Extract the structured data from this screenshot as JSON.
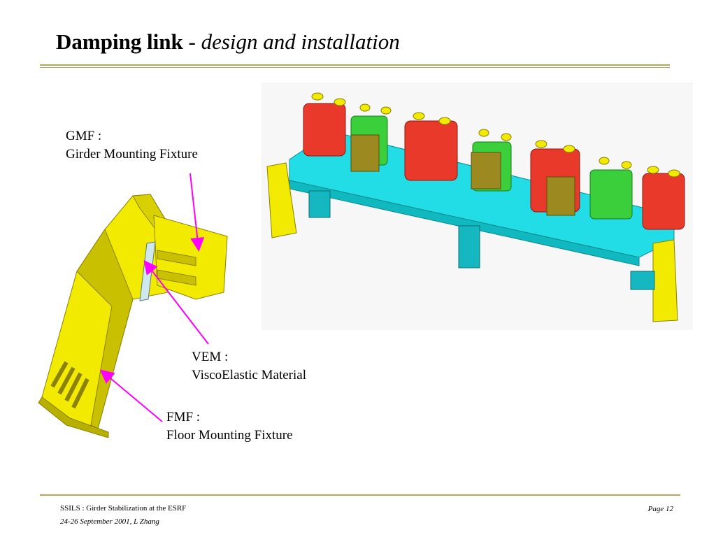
{
  "title": {
    "main": "Damping link",
    "separator": " - ",
    "sub": "design and installation"
  },
  "labels": {
    "gmf_abbr": "GMF :",
    "gmf_full": "Girder Mounting Fixture",
    "vem_abbr": "VEM :",
    "vem_full": "ViscoElastic Material",
    "fmf_abbr": "FMF :",
    "fmf_full": "Floor Mounting Fixture"
  },
  "footer": {
    "line1": "SSILS  : Girder Stabilization at the ESRF",
    "line2": "24-26 September 2001,   L Zhang",
    "page": "Page 12"
  },
  "colors": {
    "rule": "#b3a85c",
    "arrow": "#ff00ff",
    "fixture_yellow": "#f0e600",
    "girder_cyan": "#00e5ee",
    "magnet_red": "#e8392a",
    "magnet_green": "#3ccf3c"
  }
}
